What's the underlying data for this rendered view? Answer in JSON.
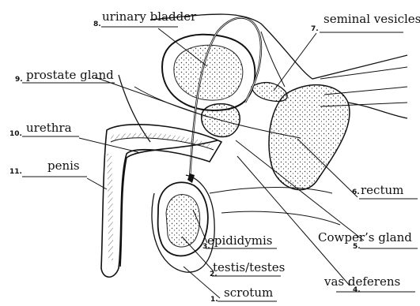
{
  "figure": {
    "labels": [
      {
        "num": "1.",
        "text": "scrotum"
      },
      {
        "num": "2.",
        "text": "testis/testes"
      },
      {
        "num": "3.",
        "text": "epididymis"
      },
      {
        "num": "4.",
        "text": "vas deferens"
      },
      {
        "num": "5.",
        "text": "Cowper’s gland"
      },
      {
        "num": "6.",
        "text": "rectum"
      },
      {
        "num": "7.",
        "text": "seminal vesicles"
      },
      {
        "num": "8.",
        "text": "urinary bladder"
      },
      {
        "num": "9.",
        "text": "prostate gland"
      },
      {
        "num": "10.",
        "text": "urethra"
      },
      {
        "num": "11.",
        "text": "penis"
      }
    ]
  }
}
